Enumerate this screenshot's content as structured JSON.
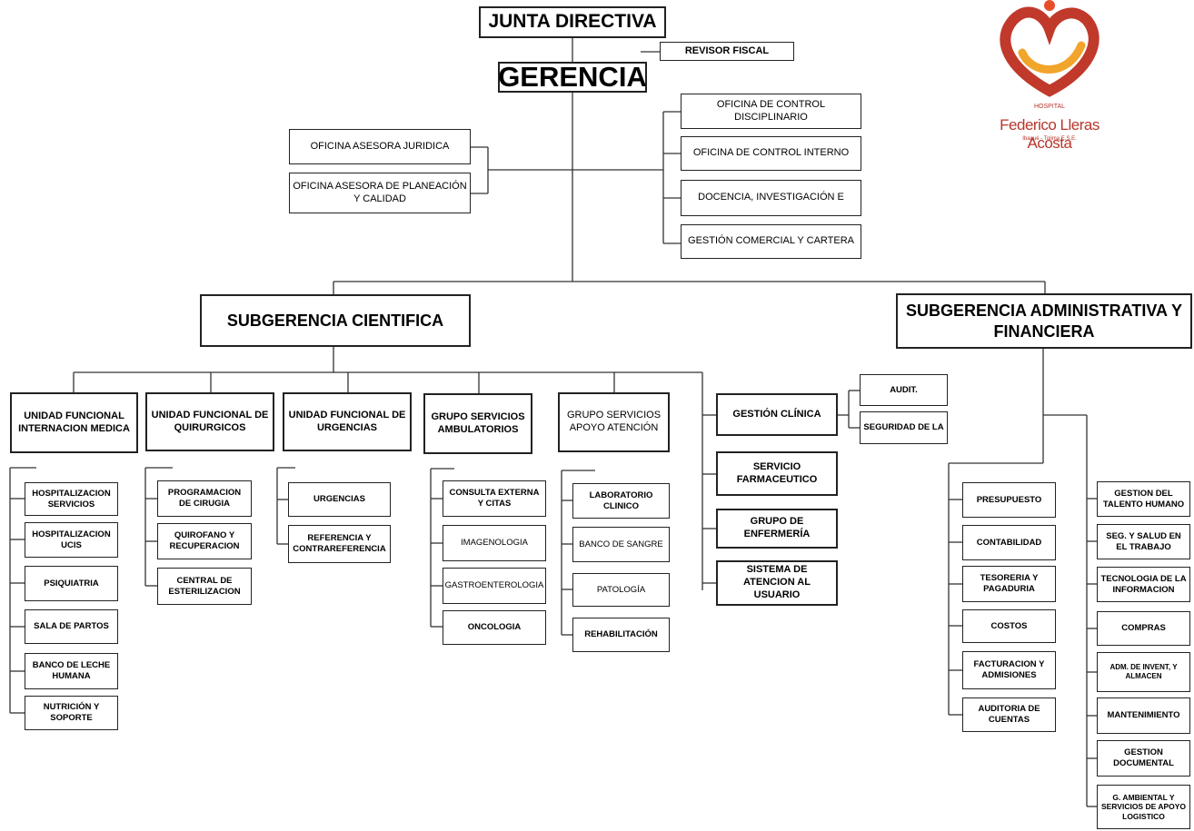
{
  "board": "JUNTA DIRECTIVA",
  "fiscal": "REVISOR FISCAL",
  "management": "GERENCIA",
  "left_offices": [
    "OFICINA ASESORA JURIDICA",
    "OFICINA ASESORA DE PLANEACIÓN Y CALIDAD"
  ],
  "right_offices": [
    "OFICINA DE CONTROL DISCIPLINARIO",
    "OFICINA DE CONTROL  INTERNO",
    "DOCENCIA, INVESTIGACIÓN E",
    "GESTIÓN COMERCIAL Y CARTERA"
  ],
  "sub_scientific": "SUBGERENCIA CIENTIFICA",
  "sub_admin": "SUBGERENCIA ADMINISTRATIVA Y FINANCIERA",
  "units": {
    "internacion": "UNIDAD FUNCIONAL INTERNACION MEDICA",
    "quirurgicos": "UNIDAD FUNCIONAL DE QUIRURGICOS",
    "urgencias": "UNIDAD FUNCIONAL DE URGENCIAS",
    "ambulatorios": "GRUPO SERVICIOS AMBULATORIOS",
    "apoyo": "GRUPO  SERVICIOS APOYO ATENCIÓN"
  },
  "internacion_items": [
    "HOSPITALIZACION SERVICIOS",
    "HOSPITALIZACION UCIS",
    "PSIQUIATRIA",
    "SALA DE PARTOS",
    "BANCO DE LECHE HUMANA",
    "NUTRICIÓN Y SOPORTE"
  ],
  "quirurgicos_items": [
    "PROGRAMACION DE CIRUGIA",
    "QUIROFANO Y RECUPERACION",
    "CENTRAL DE ESTERILIZACION"
  ],
  "urgencias_items": [
    "URGENCIAS",
    "REFERENCIA Y CONTRAREFERENCIA"
  ],
  "ambulatorios_items": [
    "CONSULTA EXTERNA Y CITAS",
    "IMAGENOLOGIA",
    "GASTROENTEROLOGIA",
    "ONCOLOGIA"
  ],
  "apoyo_items": [
    "LABORATORIO CLINICO",
    "BANCO DE SANGRE",
    "PATOLOGÍA",
    "REHABILITACIÓN"
  ],
  "gestion_clinica": "GESTIÓN CLÍNICA",
  "gestion_clinica_items": [
    "AUDIT.",
    "SEGURIDAD DE LA"
  ],
  "scientific_side": [
    "SERVICIO FARMACEUTICO",
    "GRUPO DE ENFERMERÍA",
    "SISTEMA DE ATENCION AL USUARIO"
  ],
  "admin_left": [
    "PRESUPUESTO",
    "CONTABILIDAD",
    "TESORERIA Y PAGADURIA",
    "COSTOS",
    "FACTURACION Y ADMISIONES",
    "AUDITORIA DE CUENTAS"
  ],
  "admin_right": [
    "GESTION DEL TALENTO HUMANO",
    "SEG. Y SALUD EN EL TRABAJO",
    "TECNOLOGIA DE LA INFORMACION",
    "COMPRAS",
    "ADM. DE INVENT, Y ALMACEN",
    "MANTENIMIENTO",
    "GESTION DOCUMENTAL",
    "G. AMBIENTAL Y SERVICIOS DE APOYO LOGISTICO"
  ],
  "logo": {
    "name": "Federico Lleras Acosta",
    "small": "HOSPITAL",
    "sub": "Ibagué - Tolima E.S.E.",
    "colors": [
      "#c0392b",
      "#f1a52b",
      "#e84e2b"
    ]
  }
}
